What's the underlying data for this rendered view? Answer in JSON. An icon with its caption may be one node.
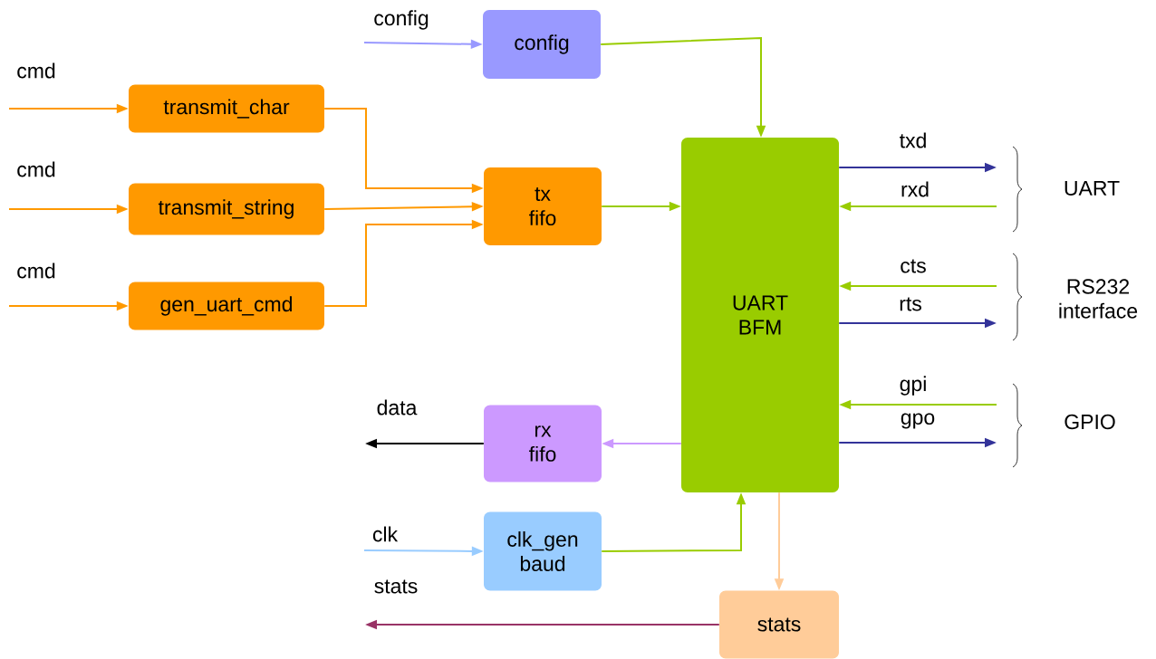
{
  "diagram": {
    "nodes": [
      {
        "text": [
          "config"
        ]
      },
      {
        "text": [
          "transmit_char"
        ]
      },
      {
        "text": [
          "transmit_string"
        ]
      },
      {
        "text": [
          "gen_uart_cmd"
        ]
      },
      {
        "text": [
          "tx fifo"
        ]
      },
      {
        "text": [
          "UART BFM"
        ]
      },
      {
        "text": [
          "rx fifo"
        ]
      },
      {
        "text": [
          "clk_gen baud"
        ]
      },
      {
        "text": [
          "stats"
        ]
      }
    ],
    "edges": [
      {
        "from": null,
        "to": 0,
        "arrow": "to",
        "label": "config",
        "color": "#9999ff"
      },
      {
        "from": null,
        "to": 1,
        "arrow": "to",
        "label": "cmd",
        "color": "#ff9900"
      },
      {
        "from": null,
        "to": 2,
        "arrow": "to",
        "label": "cmd",
        "color": "#ff9900"
      },
      {
        "from": null,
        "to": 3,
        "arrow": "to",
        "label": "cmd",
        "color": "#ff9900"
      },
      {
        "from": 1,
        "to": 4,
        "arrow": "to",
        "color": "#ff9900"
      },
      {
        "from": 2,
        "to": 4,
        "arrow": "to",
        "color": "#ff9900"
      },
      {
        "from": 3,
        "to": 4,
        "arrow": "to",
        "color": "#ff9900"
      },
      {
        "from": 4,
        "to": 5,
        "arrow": "to",
        "color": "#99cc00"
      },
      {
        "from": 0,
        "to": 5,
        "arrow": "to",
        "color": "#99cc00"
      },
      {
        "from": 5,
        "to": null,
        "arrow": "to",
        "label": "txd",
        "color": "#333399"
      },
      {
        "from": null,
        "to": 5,
        "arrow": "to",
        "label": "rxd",
        "color": "#99cc00"
      },
      {
        "from": null,
        "to": 5,
        "arrow": "to",
        "label": "cts",
        "color": "#99cc00"
      },
      {
        "from": 5,
        "to": null,
        "arrow": "to",
        "label": "rts",
        "color": "#333399"
      },
      {
        "from": null,
        "to": 5,
        "arrow": "to",
        "label": "gpi",
        "color": "#99cc00"
      },
      {
        "from": 5,
        "to": null,
        "arrow": "to",
        "label": "gpo",
        "color": "#333399"
      },
      {
        "from": 5,
        "to": 6,
        "arrow": "to",
        "color": "#cc99ff"
      },
      {
        "from": 6,
        "to": null,
        "arrow": "to",
        "label": "data",
        "color": "#000000"
      },
      {
        "from": null,
        "to": 7,
        "arrow": "to",
        "label": "clk",
        "color": "#99ccff"
      },
      {
        "from": 7,
        "to": 5,
        "arrow": "to",
        "color": "#99cc00"
      },
      {
        "from": 5,
        "to": 8,
        "arrow": "to",
        "color": "#ffcc99"
      },
      {
        "from": 8,
        "to": null,
        "arrow": "to",
        "label": "stats",
        "color": "#993366"
      }
    ],
    "labels": [
      "UART",
      "RS232 interface",
      "GPIO"
    ]
  }
}
